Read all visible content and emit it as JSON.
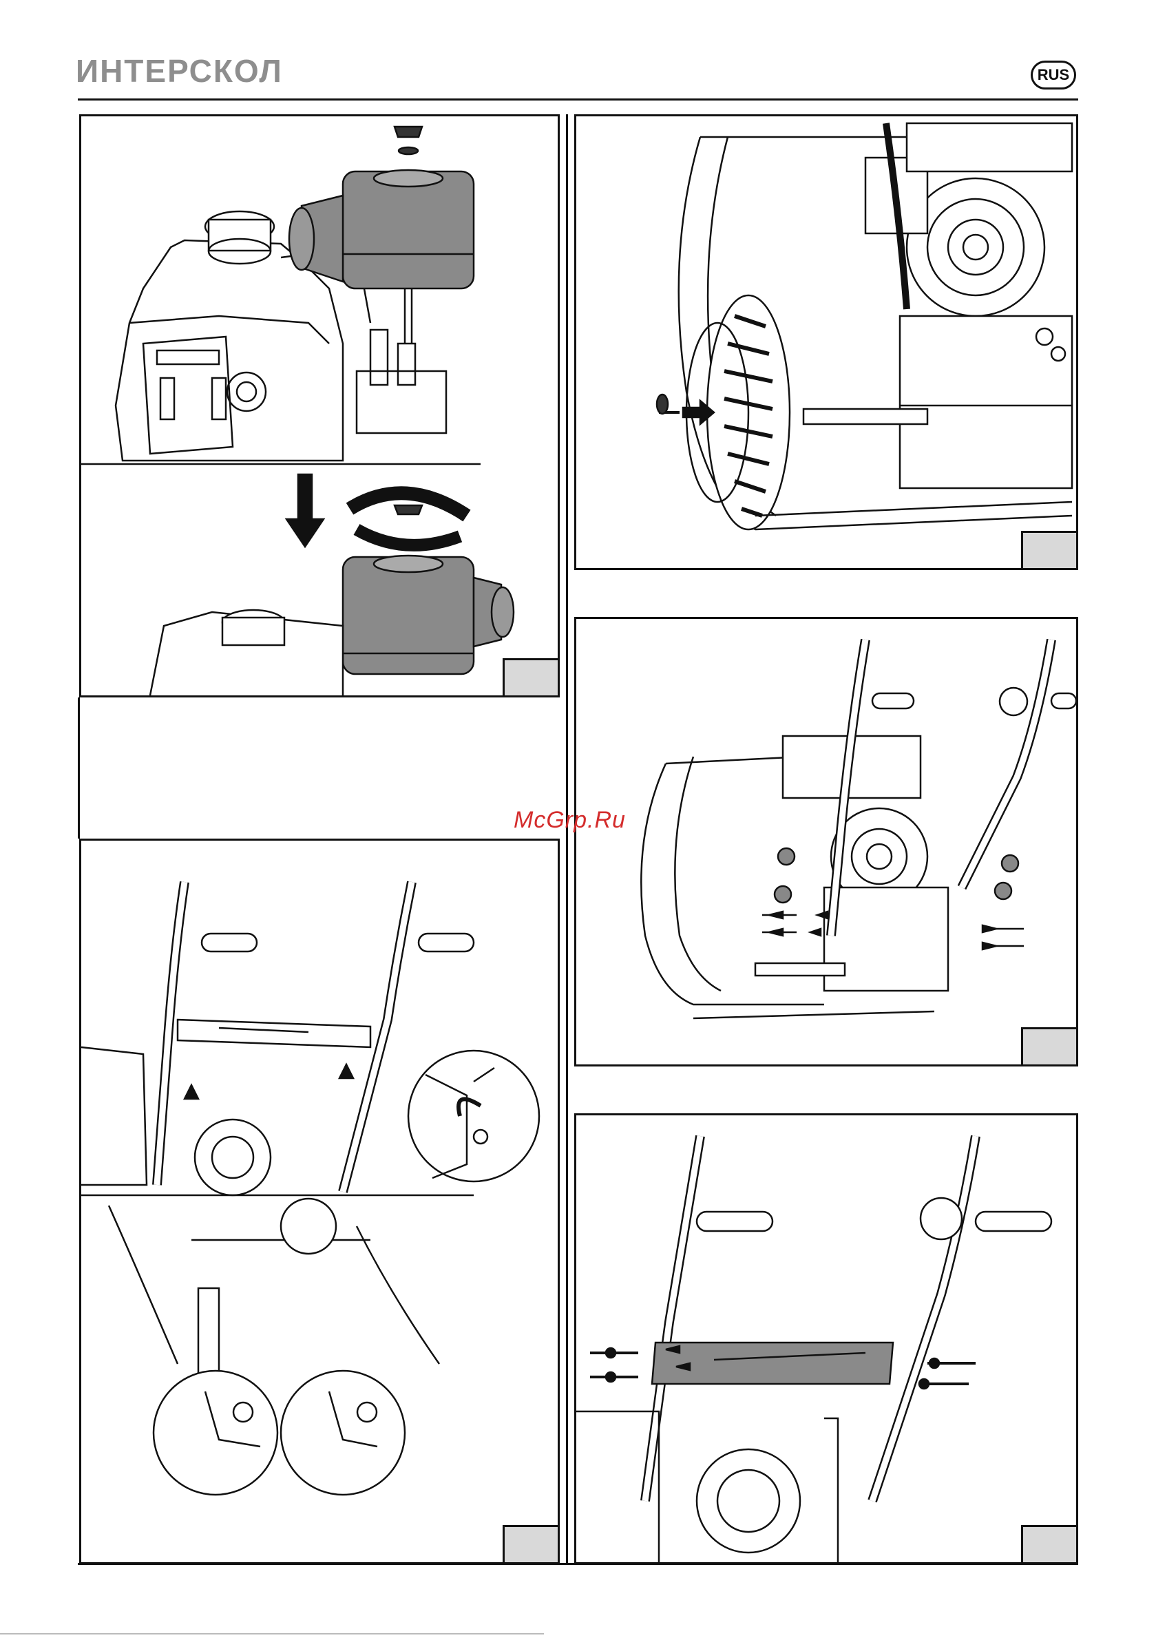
{
  "header": {
    "brand": "ИНТЕРСКОЛ",
    "language_badge": "RUS"
  },
  "watermark": "McGrp.Ru",
  "colors": {
    "line": "#111111",
    "part_fill": "#8a8a8a",
    "tab_fill": "#d9d9d9",
    "brand_gray": "#8e8e8e",
    "watermark_red": "#d42c2c"
  },
  "panels": [
    {
      "id": "air-filter",
      "content": "air-filter-cover-removal-illustration"
    },
    {
      "id": "wheel",
      "content": "wheel-pin-installation-illustration"
    },
    {
      "id": "handles-cables",
      "content": "handle-cable-routing-illustration"
    },
    {
      "id": "handles-mount",
      "content": "handle-mounting-bolts-illustration"
    },
    {
      "id": "crossbar",
      "content": "crossbar-installation-illustration"
    }
  ]
}
